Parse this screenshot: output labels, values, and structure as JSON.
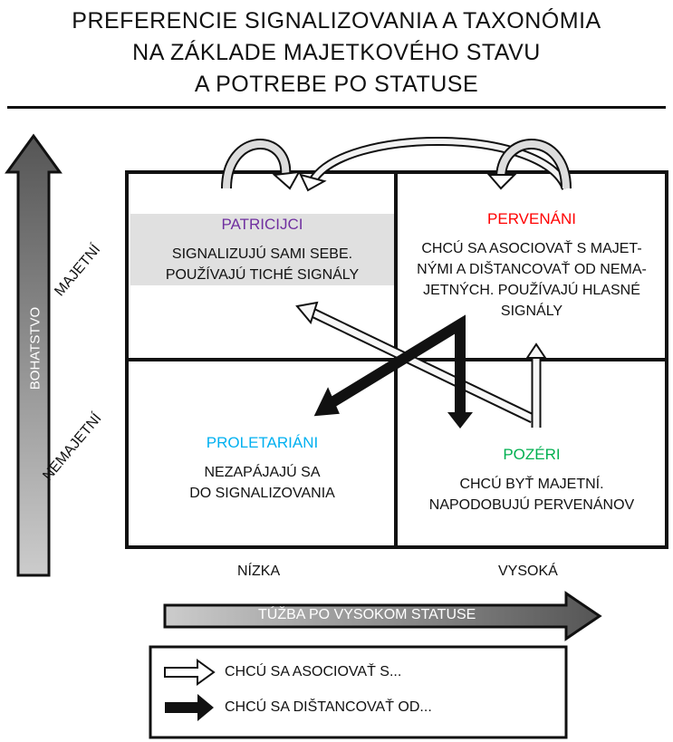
{
  "title": [
    "PREFERENCIE SIGNALIZOVANIA A TAXONÓMIA",
    "NA ZÁKLADE MAJETKOVÉHO STAVU",
    "A POTREBE PO STATUSE"
  ],
  "quadrants": {
    "patricijci": {
      "name": "PATRICIJCI",
      "text": [
        "SIGNALIZUJÚ SAMI SEBE.",
        "POUŽÍVAJÚ TICHÉ SIGNÁLY"
      ],
      "color": "#7030a0"
    },
    "pervenani": {
      "name": "PERVENÁNI",
      "text": [
        "CHCÚ SA ASOCIOVAŤ S MAJET-",
        "NÝMI A DIŠTANCOVAŤ OD NEMA-",
        "JETNÝCH. POUŽÍVAJÚ HLASNÉ",
        "SIGNÁLY"
      ],
      "color": "#ff0000"
    },
    "proletariani": {
      "name": "PROLETARIÁNI",
      "text": [
        "NEZAPÁJAJÚ SA",
        "DO SIGNALIZOVANIA"
      ],
      "color": "#00b0f0"
    },
    "pozeri": {
      "name": "POZÉRI",
      "text": [
        "CHCÚ BYŤ MAJETNÍ.",
        "NAPODOBUJÚ PERVENÁNOV"
      ],
      "color": "#00b050"
    }
  },
  "y_axis": {
    "label": "BOHATSTVO",
    "high": "MAJETNÍ",
    "low": "NEMAJETNÍ"
  },
  "x_axis": {
    "label": "TÚŽBA PO VYSOKOM STATUSE",
    "low": "NÍZKA",
    "high": "VYSOKÁ"
  },
  "legend": {
    "associate": "CHCÚ SA ASOCIOVAŤ S...",
    "distance": "CHCÚ SA DIŠTANCOVAŤ OD..."
  }
}
